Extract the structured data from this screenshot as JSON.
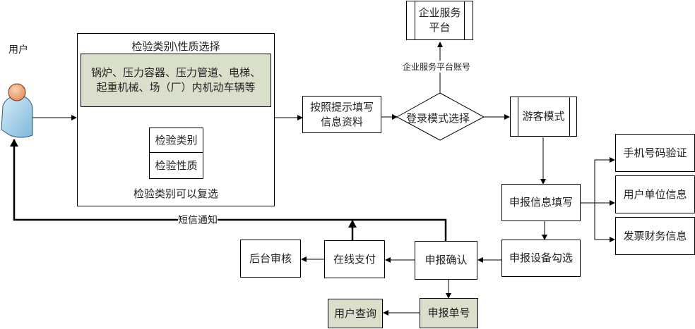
{
  "user": {
    "label": "用户",
    "icon": "user-icon"
  },
  "inspection_panel": {
    "title": "检验类别\\性质选择",
    "categories_text_line1": "锅炉、压力容器、压力管道、电梯、",
    "categories_text_line2": "起重机械、场（厂）内机动车辆等",
    "option_category": "检验类别",
    "option_nature": "检验性质",
    "footer_note": "检验类别可以复选"
  },
  "flow": {
    "fill_info": {
      "line1": "按照提示填写",
      "line2": "信息资料"
    },
    "login_mode": "登录模式选择",
    "enterprise_platform": {
      "line1": "企业服务",
      "line2": "平台"
    },
    "enterprise_account_label": "企业服务平台账号",
    "guest_mode": "游客模式",
    "report_fill": "申报信息填写",
    "phone_verify": "手机号码验证",
    "user_unit_info": "用户单位信息",
    "invoice_info": "发票财务信息",
    "device_select": "申报设备勾选",
    "report_confirm": "申报确认",
    "online_payment": "在线支付",
    "backend_review": "后台审核",
    "report_number": "申报单号",
    "user_query": "用户查询",
    "sms_notice": "短信通知"
  },
  "colors": {
    "shaded_fill": "#dadfcc",
    "line": "#000000",
    "user_body": "#a9d1ea",
    "user_head": "#f0a878"
  }
}
